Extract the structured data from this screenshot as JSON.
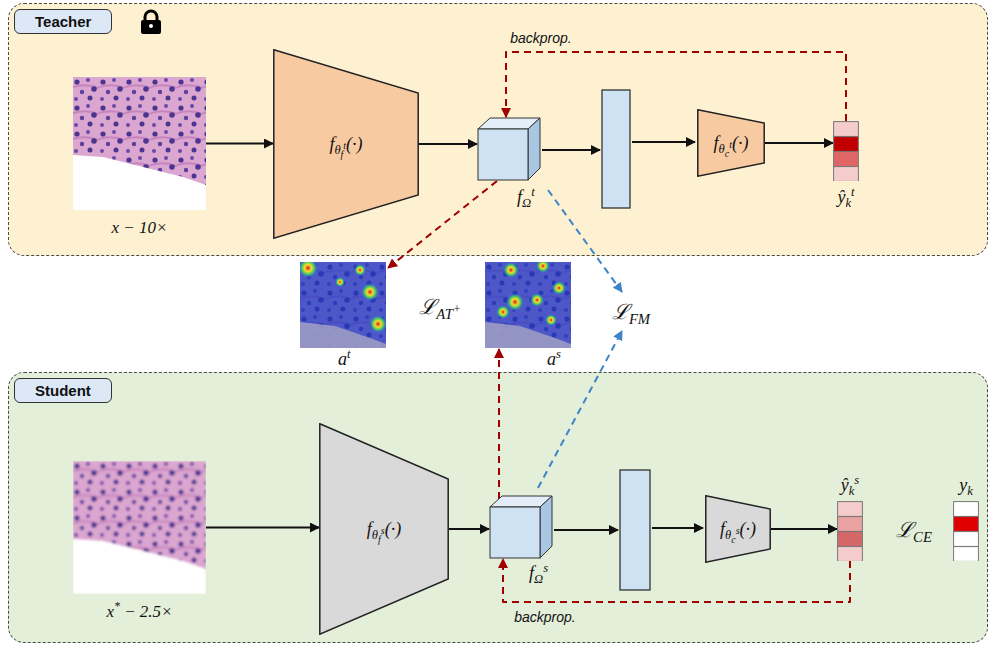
{
  "diagram": {
    "nodes": [
      {
        "text": [
          "Teacher"
        ]
      },
      {
        "text": [
          "x − 10×"
        ],
        "in": 0
      },
      {
        "text": [
          "fθft(·)"
        ],
        "in": 0
      },
      {
        "text": [
          "fΩt"
        ],
        "in": 0
      },
      {
        "text": [
          "fθct(·)"
        ],
        "in": 0
      },
      {
        "text": [
          "ŷkt"
        ],
        "in": 0
      },
      {
        "text": [
          "at"
        ]
      },
      {
        "text": [
          "as"
        ]
      },
      {
        "text": [
          "Student"
        ]
      },
      {
        "text": [
          "x* − 2.5×"
        ],
        "in": 8
      },
      {
        "text": [
          "fθfs(·)"
        ],
        "in": 8
      },
      {
        "text": [
          "fΩs"
        ],
        "in": 8
      },
      {
        "text": [
          "fθcs(·)"
        ],
        "in": 8
      },
      {
        "text": [
          "ŷks"
        ],
        "in": 8
      },
      {
        "text": [
          "yk"
        ],
        "in": 8
      }
    ],
    "edges": [
      {
        "from": 1,
        "to": 2,
        "arrow": "to"
      },
      {
        "from": 2,
        "to": 3,
        "arrow": "to"
      },
      {
        "from": 4,
        "to": 5,
        "arrow": "to"
      },
      {
        "from": 5,
        "to": 3,
        "label": "backprop.",
        "arrow": "to"
      },
      {
        "from": 3,
        "to": 6,
        "arrow": "to"
      },
      {
        "from": 9,
        "to": 10,
        "arrow": "to"
      },
      {
        "from": 10,
        "to": 11,
        "arrow": "to"
      },
      {
        "from": 12,
        "to": 13,
        "arrow": "to"
      },
      {
        "from": 13,
        "to": 11,
        "label": "backprop.",
        "arrow": "to"
      },
      {
        "from": 11,
        "to": 7,
        "arrow": "to"
      }
    ],
    "labels": [
      "ℒAT+",
      "ℒFM",
      "ℒCE"
    ]
  }
}
